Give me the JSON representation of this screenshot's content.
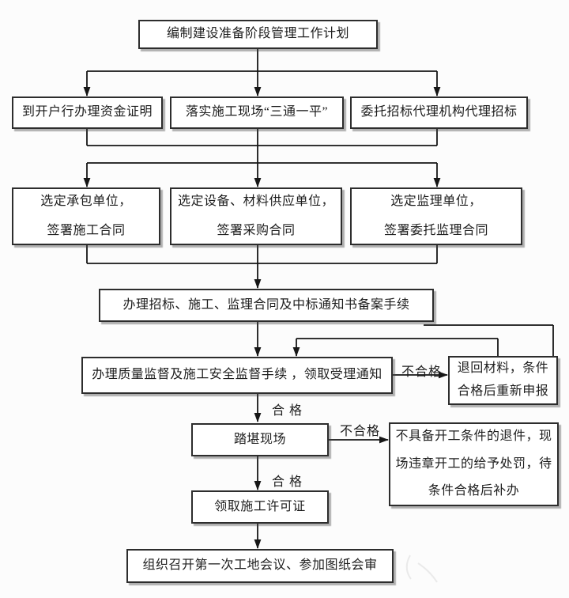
{
  "nodes": {
    "plan": "编制建设准备阶段管理工作计划",
    "fund": "到开户行办理资金证明",
    "site": "落实施工现场“三通一平”",
    "agency": "委托招标代理机构代理招标",
    "contractor": "选定承包单位，\n签署施工合同",
    "supplier": "选定设备、材料供应单位，\n签署采购合同",
    "supervisor": "选定监理单位，\n签署委托监理合同",
    "filing": "办理招标、施工、监理合同及中标通知书备案手续",
    "quality": "办理质量监督及施工安全监督手续 ，领取受理通知",
    "return_materials": "退回材料，条件\n合格后重新申报",
    "survey": "踏堪现场",
    "penalty": "不具备开工条件的退件，现\n场违章开工的给予处罚，待\n条件合格后补办",
    "permit": "领取施工许可证",
    "meeting": "组织召开第一次工地会议、参加图纸会审"
  },
  "labels": {
    "fail_top": "不合格",
    "pass_top": "合 格",
    "fail_bottom": "不合格",
    "pass_bottom": "合 格"
  },
  "colors": {
    "ink": "#1d1d1d",
    "line": "#161616",
    "box_bg": "#ffffff",
    "canvas_bg": "#fcfcfc"
  }
}
